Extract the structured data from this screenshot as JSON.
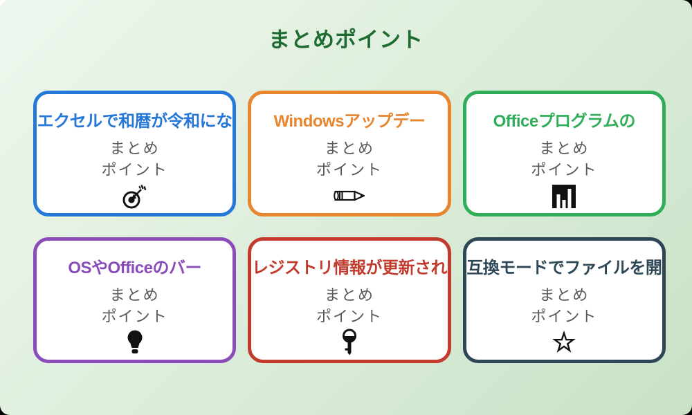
{
  "page": {
    "title": "まとめポイント",
    "title_color": "#1E6C32",
    "background_from": "#EEF7EE",
    "background_to": "#C8E2C6",
    "subtext_color": "#595959"
  },
  "cards": [
    {
      "title": "エクセルで和暦が令和にな",
      "accent": "#2577D8",
      "line1": "まとめ",
      "line2": "ポイント",
      "icon": "dart-target-icon"
    },
    {
      "title": "Windowsアップデー",
      "accent": "#E7862E",
      "line1": "まとめ",
      "line2": "ポイント",
      "icon": "pencil-icon"
    },
    {
      "title": "Officeプログラムの",
      "accent": "#2FAD59",
      "line1": "まとめ",
      "line2": "ポイント",
      "icon": "building-bars-icon"
    },
    {
      "title": "OSやOfficeのバー",
      "accent": "#8A4CB8",
      "line1": "まとめ",
      "line2": "ポイント",
      "icon": "lightbulb-icon"
    },
    {
      "title": "レジストリ情報が更新され",
      "accent": "#C23B2E",
      "line1": "まとめ",
      "line2": "ポイント",
      "icon": "key-icon"
    },
    {
      "title": "互換モードでファイルを開",
      "accent": "#2E4756",
      "line1": "まとめ",
      "line2": "ポイント",
      "icon": "star-icon"
    }
  ]
}
